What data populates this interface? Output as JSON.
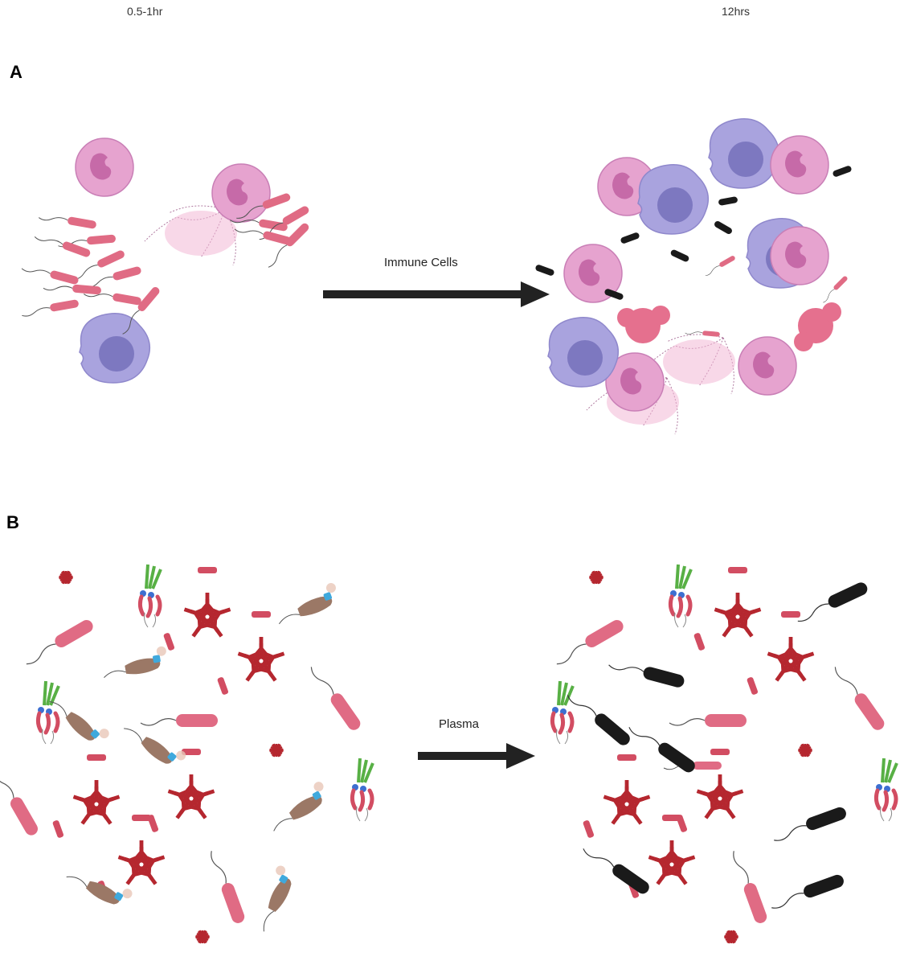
{
  "header": {
    "time_start": "0.5-1hr",
    "time_end": "12hrs"
  },
  "panel_a": {
    "letter": "A",
    "arrow_label": "Immune Cells"
  },
  "panel_b": {
    "letter": "B",
    "arrow_label": "Plasma"
  },
  "colors": {
    "bacteria_live": "#e06b84",
    "bacteria_dead": "#1a1a1a",
    "bacteria_opsonized": "#9b7866",
    "neutrophil": "#e6a3cf",
    "neutrophil_nucleus": "#c66aa8",
    "macrophage": "#a9a3de",
    "macrophage_nucleus": "#7d78c0",
    "antibody": "#b5272f",
    "complement": "#58b045",
    "arrow": "#222222"
  },
  "icons": [
    "neutrophil-icon",
    "macrophage-icon",
    "net-icon",
    "bacterium-icon",
    "dead-bacterium-icon",
    "igm-pentamer-icon",
    "igg-hexamer-icon",
    "complement-complex-icon",
    "arrow-icon"
  ]
}
